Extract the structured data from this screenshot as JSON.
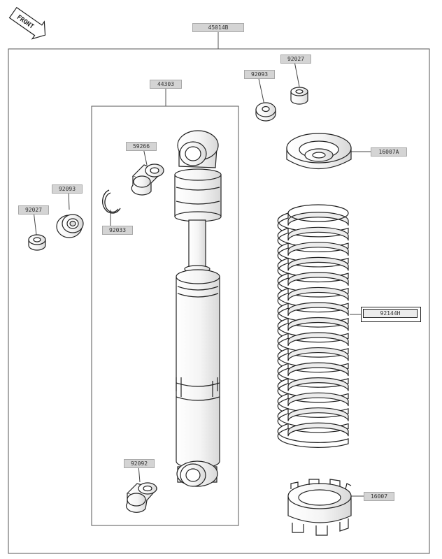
{
  "direction_badge": "FRONT",
  "labels": {
    "assembly": "45014B",
    "shock": "44303",
    "p92027_top": "92027",
    "p92093_top": "92093",
    "p59266": "59266",
    "p92093_left": "92093",
    "p92027_left": "92027",
    "p92033": "92033",
    "p16007a": "16007A",
    "p92144h": "92144H",
    "p92092": "92092",
    "p16007": "16007"
  },
  "highlighted_part": "92144H",
  "colors": {
    "line": "#333333",
    "label_bg": "#d4d4d4",
    "highlight_border": "#222222"
  }
}
